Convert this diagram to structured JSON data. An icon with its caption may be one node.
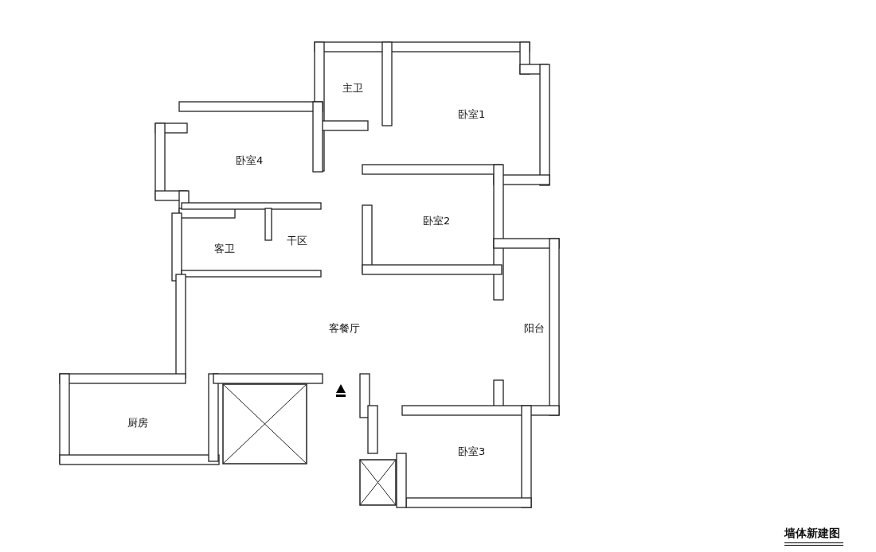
{
  "diagram": {
    "title": "墙体新建图",
    "labels": [
      "主卫",
      "卧室1",
      "卧室4",
      "卧室2",
      "客卫",
      "干区",
      "客餐厅",
      "阳台",
      "厨房",
      "卧室3"
    ]
  }
}
